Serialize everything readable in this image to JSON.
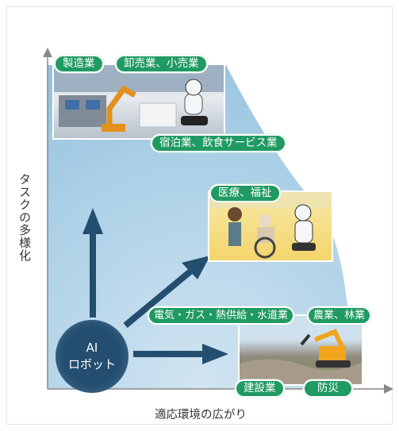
{
  "axes": {
    "y_label": "タスクの多様化",
    "x_label": "適応環境の広がり"
  },
  "center": {
    "line1": "AI",
    "line2": "ロボット"
  },
  "labels": {
    "manufacturing": "製造業",
    "wholesale_retail": "卸売業、小売業",
    "lodging_food": "宿泊業、飲食サービス業",
    "medical_welfare": "医療、福祉",
    "utilities": "電気・ガス・熱供給・水道業",
    "agriculture_forestry": "農業、林業",
    "construction": "建設業",
    "disaster_prevention": "防災"
  },
  "colors": {
    "pill_green": "#1f9a62",
    "arrow_navy": "#244e6f",
    "area_blue": "#a9cfe6"
  }
}
